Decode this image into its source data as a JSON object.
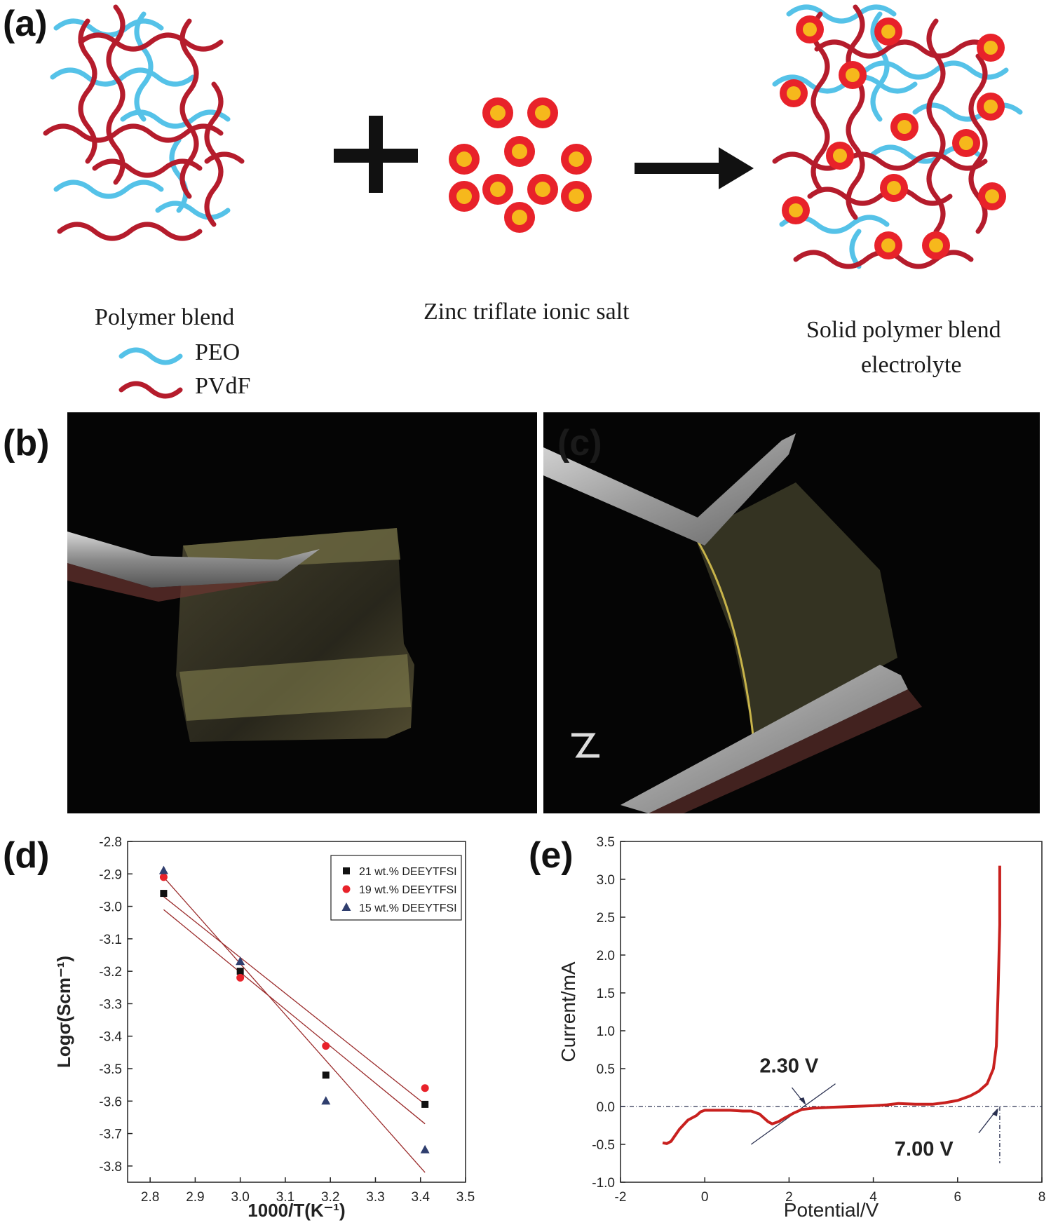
{
  "panels": {
    "a": {
      "letter": "(a)",
      "blend_label": "Polymer blend",
      "legend_peo": "PEO",
      "legend_pvdf": "PVdF",
      "salt_label": "Zinc triflate ionic salt",
      "product_label_line1": "Solid polymer blend",
      "product_label_line2": "electrolyte",
      "colors": {
        "peo": "#55c2e8",
        "pvdf": "#b51c2c",
        "ion_outer": "#e8222a",
        "ion_inner": "#f6b81c"
      }
    },
    "b": {
      "letter": "(b)"
    },
    "c": {
      "letter": "(c)"
    },
    "d": {
      "letter": "(d)"
    },
    "e": {
      "letter": "(e)"
    }
  },
  "chart_data": [
    {
      "type": "scatter",
      "panel": "d",
      "xlabel": "1000/T(K⁻¹)",
      "ylabel": "Logσ(Scm⁻¹)",
      "xlim": [
        2.75,
        3.5
      ],
      "ylim": [
        -3.85,
        -2.8
      ],
      "xticks": [
        "2.8",
        "2.9",
        "3.0",
        "3.1",
        "3.2",
        "3.3",
        "3.4",
        "3.5"
      ],
      "yticks": [
        "-2.8",
        "-2.9",
        "-3.0",
        "-3.1",
        "-3.2",
        "-3.3",
        "-3.4",
        "-3.5",
        "-3.6",
        "-3.7",
        "-3.8"
      ],
      "legend_position": "top-right",
      "series": [
        {
          "name": "21 wt.% DEEYTFSI",
          "marker": "square",
          "color": "#111111",
          "x": [
            2.83,
            3.0,
            3.19,
            3.41
          ],
          "y": [
            -2.96,
            -3.2,
            -3.52,
            -3.61
          ],
          "fit": [
            [
              2.83,
              -3.01
            ],
            [
              3.41,
              -3.67
            ]
          ]
        },
        {
          "name": "19 wt.% DEEYTFSI",
          "marker": "circle",
          "color": "#e8222a",
          "x": [
            2.83,
            3.0,
            3.19,
            3.41
          ],
          "y": [
            -2.91,
            -3.22,
            -3.43,
            -3.56
          ],
          "fit": [
            [
              2.83,
              -2.97
            ],
            [
              3.41,
              -3.61
            ]
          ]
        },
        {
          "name": "15 wt.% DEEYTFSI",
          "marker": "triangle",
          "color": "#2f3e6e",
          "x": [
            2.83,
            3.0,
            3.19,
            3.41
          ],
          "y": [
            -2.89,
            -3.17,
            -3.6,
            -3.75
          ],
          "fit": [
            [
              2.83,
              -2.91
            ],
            [
              3.41,
              -3.82
            ]
          ]
        }
      ],
      "fit_color": "#9a2a2a"
    },
    {
      "type": "line",
      "panel": "e",
      "xlabel": "Potential/V",
      "ylabel": "Current/mA",
      "xlim": [
        -2,
        8
      ],
      "ylim": [
        -1.0,
        3.5
      ],
      "xticks": [
        "-2",
        "0",
        "2",
        "4",
        "6",
        "8"
      ],
      "yticks": [
        "-1.0",
        "-0.5",
        "0.0",
        "0.5",
        "1.0",
        "1.5",
        "2.0",
        "2.5",
        "3.0",
        "3.5"
      ],
      "series": [
        {
          "color": "#c8201e",
          "x": [
            -1.0,
            -0.9,
            -0.8,
            -0.6,
            -0.4,
            -0.2,
            -0.1,
            0.0,
            0.3,
            0.6,
            0.9,
            1.1,
            1.3,
            1.5,
            1.6,
            1.75,
            1.9,
            2.1,
            2.3,
            2.6,
            3.0,
            3.5,
            4.0,
            4.3,
            4.6,
            5.0,
            5.4,
            5.7,
            6.0,
            6.3,
            6.5,
            6.7,
            6.85,
            6.92,
            6.96,
            7.0,
            7.0
          ],
          "y": [
            -0.48,
            -0.49,
            -0.46,
            -0.3,
            -0.18,
            -0.12,
            -0.07,
            -0.05,
            -0.05,
            -0.05,
            -0.06,
            -0.06,
            -0.1,
            -0.2,
            -0.23,
            -0.2,
            -0.15,
            -0.09,
            -0.04,
            -0.02,
            -0.01,
            0.0,
            0.01,
            0.02,
            0.04,
            0.03,
            0.03,
            0.05,
            0.08,
            0.14,
            0.2,
            0.3,
            0.5,
            0.8,
            1.5,
            2.4,
            3.18
          ]
        }
      ],
      "annotations": [
        {
          "label": "2.30 V",
          "x": 2.3,
          "y": 0.0
        },
        {
          "label": "7.00 V",
          "x": 7.0,
          "y": 0.0
        }
      ],
      "tangent": [
        [
          1.1,
          -0.5
        ],
        [
          3.1,
          0.3
        ]
      ],
      "baseline_y": 0.0,
      "vline_x": 7.0
    }
  ]
}
